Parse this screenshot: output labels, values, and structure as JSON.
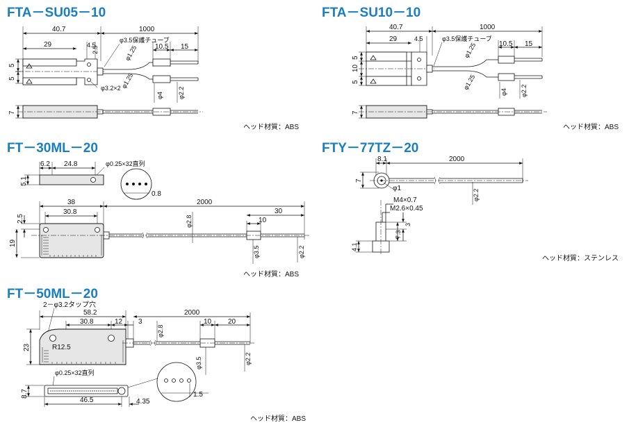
{
  "sections": {
    "fta_su05": {
      "title": "FTA－SU05－10",
      "dims": [
        "40.7",
        "1000",
        "29",
        "4.5",
        "2.5",
        "10.5",
        "15",
        "5",
        "5",
        "7"
      ],
      "tube_label": "φ3.5保護チューブ",
      "callouts": [
        "φ1.25",
        "φ1.25",
        "φ3.2×2",
        "φ4",
        "φ2.2"
      ],
      "material_note": "ヘッド材質：ABS"
    },
    "fta_su10": {
      "title": "FTA－SU10－10",
      "dims": [
        "40.7",
        "1000",
        "29",
        "4.5",
        "10.5",
        "15",
        "5",
        "10",
        "5",
        "7"
      ],
      "tube_label": "φ3.5保護チューブ",
      "callouts": [
        "φ1.25",
        "φ1.25",
        "φ4",
        "φ2.2"
      ],
      "material_note": "ヘッド材質：ABS"
    },
    "ft_30ml": {
      "title": "FT－30ML－20",
      "dims": [
        "6.2",
        "24.8",
        "5.1",
        "0.8",
        "38",
        "30.8",
        "2000",
        "2.5",
        "19",
        "30",
        "10"
      ],
      "array_label": "φ0.25×32直列",
      "callouts": [
        "φ2.8",
        "φ3.5",
        "φ2.2"
      ],
      "material_note": "ヘッド材質：ABS"
    },
    "fty_77tz": {
      "title": "FTY－77TZ－20",
      "dims": [
        "8.1",
        "2000",
        "7",
        "M4×0.7",
        "M2.6×0.45",
        "3",
        "7.3",
        "4.1"
      ],
      "callouts": [
        "φ1",
        "φ2.2"
      ],
      "material_note": "ヘッド材質：ステンレス"
    },
    "ft_50ml": {
      "title": "FT－50ML－20",
      "tap_label": "2－φ3.2タップ穴",
      "dims": [
        "58.2",
        "30.8",
        "12",
        "3",
        "2000",
        "10",
        "20",
        "23",
        "8.7",
        "46.5",
        "4.35",
        "1.5"
      ],
      "radius_label": "R12.5",
      "array_label": "φ0.25×32直列",
      "callouts": [
        "φ2.8",
        "φ3.5",
        "φ2.2"
      ],
      "material_note": "ヘッド材質：ABS"
    }
  }
}
